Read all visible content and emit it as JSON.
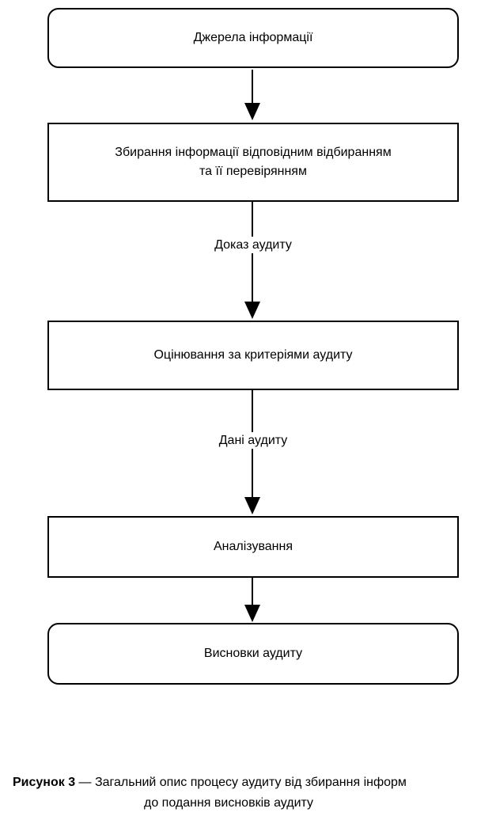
{
  "diagram": {
    "nodes": [
      {
        "id": "sources",
        "text": "Джерела інформації"
      },
      {
        "id": "collection",
        "text": "Збирання інформації відповідним відбиранням\nта її перевірянням"
      },
      {
        "id": "evaluation",
        "text": "Оцінювання за критеріями аудиту"
      },
      {
        "id": "analysis",
        "text": "Аналізування"
      },
      {
        "id": "conclusions",
        "text": "Висновки аудиту"
      }
    ],
    "edges": [
      {
        "from": "sources",
        "to": "collection",
        "label": ""
      },
      {
        "from": "collection",
        "to": "evaluation",
        "label": "Доказ аудиту"
      },
      {
        "from": "evaluation",
        "to": "analysis",
        "label": "Дані аудиту"
      },
      {
        "from": "analysis",
        "to": "conclusions",
        "label": ""
      }
    ]
  },
  "caption": {
    "label": "Рисунок 3",
    "text_line1": " — Загальний опис процесу аудиту від збирання інформ",
    "text_line2": "до подання висновків аудиту"
  }
}
